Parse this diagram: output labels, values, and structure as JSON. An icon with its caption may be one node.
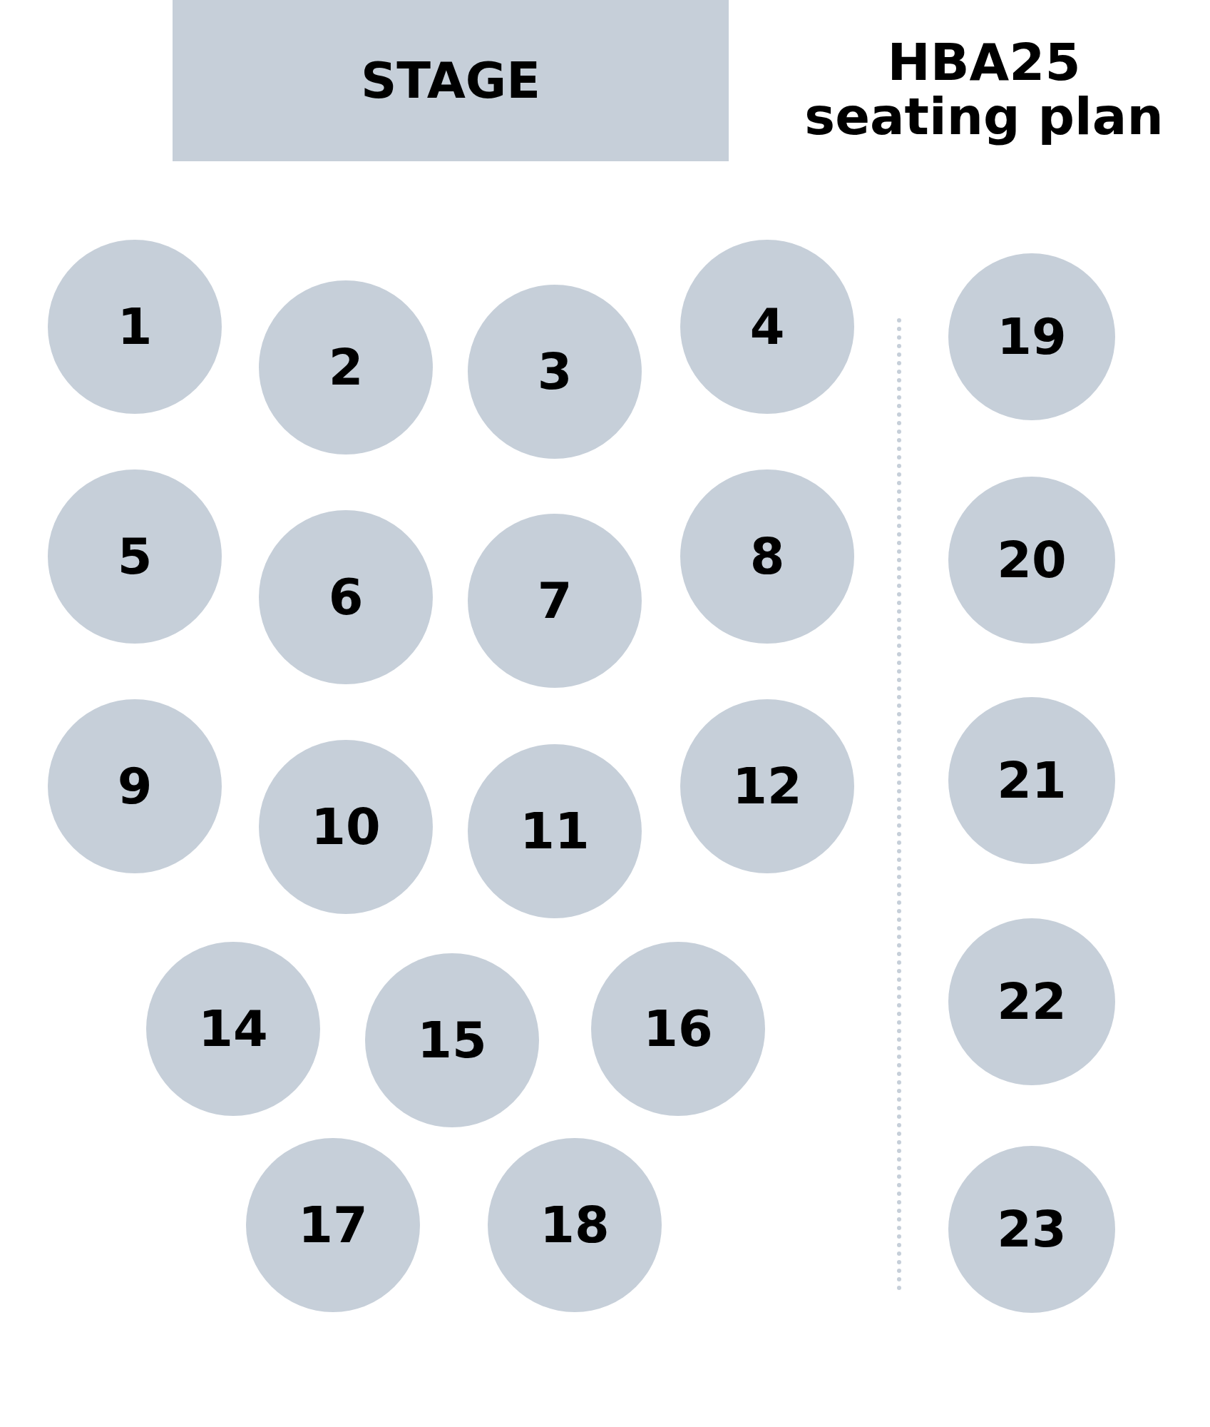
{
  "diagram": {
    "title": "HBA25 seating plan",
    "nodes": [
      {
        "text": [
          "STAGE"
        ]
      },
      {
        "text": [
          "1"
        ]
      },
      {
        "text": [
          "2"
        ]
      },
      {
        "text": [
          "3"
        ]
      },
      {
        "text": [
          "4"
        ]
      },
      {
        "text": [
          "5"
        ]
      },
      {
        "text": [
          "6"
        ]
      },
      {
        "text": [
          "7"
        ]
      },
      {
        "text": [
          "8"
        ]
      },
      {
        "text": [
          "9"
        ]
      },
      {
        "text": [
          "10"
        ]
      },
      {
        "text": [
          "11"
        ]
      },
      {
        "text": [
          "12"
        ]
      },
      {
        "text": [
          "14"
        ]
      },
      {
        "text": [
          "15"
        ]
      },
      {
        "text": [
          "16"
        ]
      },
      {
        "text": [
          "17"
        ]
      },
      {
        "text": [
          "18"
        ]
      },
      {
        "text": [
          "19"
        ]
      },
      {
        "text": [
          "20"
        ]
      },
      {
        "text": [
          "21"
        ]
      },
      {
        "text": [
          "22"
        ]
      },
      {
        "text": [
          "23"
        ]
      }
    ]
  }
}
